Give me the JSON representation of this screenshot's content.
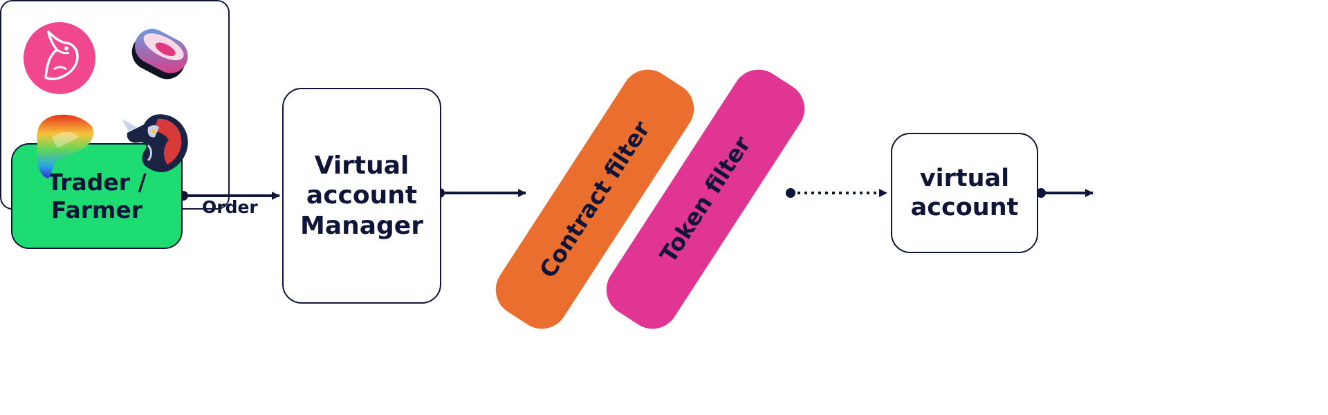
{
  "nodes": {
    "trader": {
      "label": "Trader /\nFarmer",
      "color": "#1ddc72"
    },
    "manager": {
      "label": "Virtual\naccount\nManager"
    },
    "virtual_account": {
      "label": "virtual\naccount"
    }
  },
  "edges": {
    "order": {
      "label": "Order"
    }
  },
  "filters": [
    {
      "label": "Contract filter",
      "color": "#ea6e2d"
    },
    {
      "label": "Token filter",
      "color": "#e03593"
    }
  ],
  "protocols": {
    "logos": [
      {
        "icon": "uniswap-icon"
      },
      {
        "icon": "sushiswap-icon"
      },
      {
        "icon": "curve-icon"
      },
      {
        "icon": "1inch-icon"
      }
    ]
  },
  "colors": {
    "ink": "#0e1538",
    "uniswap_pink": "#f0478f",
    "sushi_gradient_start": "#5fa3e8",
    "sushi_gradient_end": "#e2367f"
  }
}
